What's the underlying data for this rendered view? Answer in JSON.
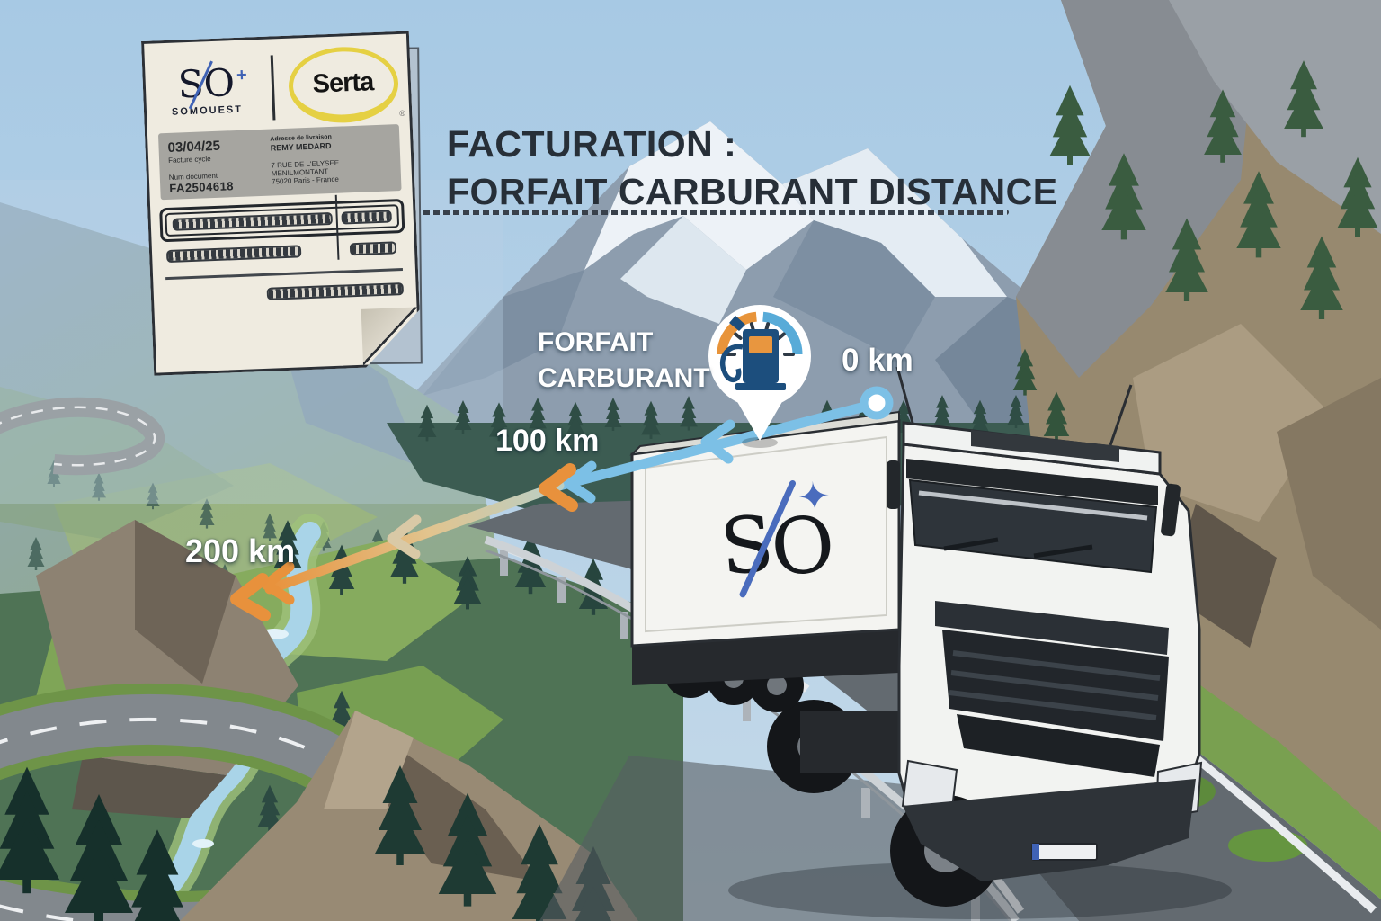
{
  "title": {
    "line1": "FACTURATION :",
    "line2": "FORFAIT CARBURANT DISTANCE"
  },
  "invoice": {
    "logo": {
      "letters": "SO",
      "plus": "+",
      "name": "SOMOUEST"
    },
    "partner": {
      "name": "Serta",
      "reg": "®"
    },
    "date": "03/04/25",
    "date_label": "Facture cycle",
    "doc_label": "Num document",
    "doc_number": "FA2504618",
    "delivery_label": "Adresse de livraison",
    "recipient": "REMY MEDARD",
    "address_line1": "7 RUE DE L'ELYSEE MENILMONTANT",
    "address_line2": "75020 Paris - France"
  },
  "route": {
    "fuel_label": "FORFAIT CARBURANT",
    "marker_0": "0 km",
    "marker_100": "100 km",
    "marker_200": "200 km"
  },
  "truck_logo": {
    "s": "S",
    "o": "O",
    "sparkle": "✦"
  },
  "colors": {
    "route_blue": "#7cc0e6",
    "route_orange": "#e8923c",
    "pump_navy": "#1c4e7d",
    "gauge_blue": "#58abd8",
    "gauge_orange": "#e8943a",
    "title_text": "#272f38",
    "serta_yellow": "#e5d043",
    "logo_blue": "#3f62b5"
  }
}
